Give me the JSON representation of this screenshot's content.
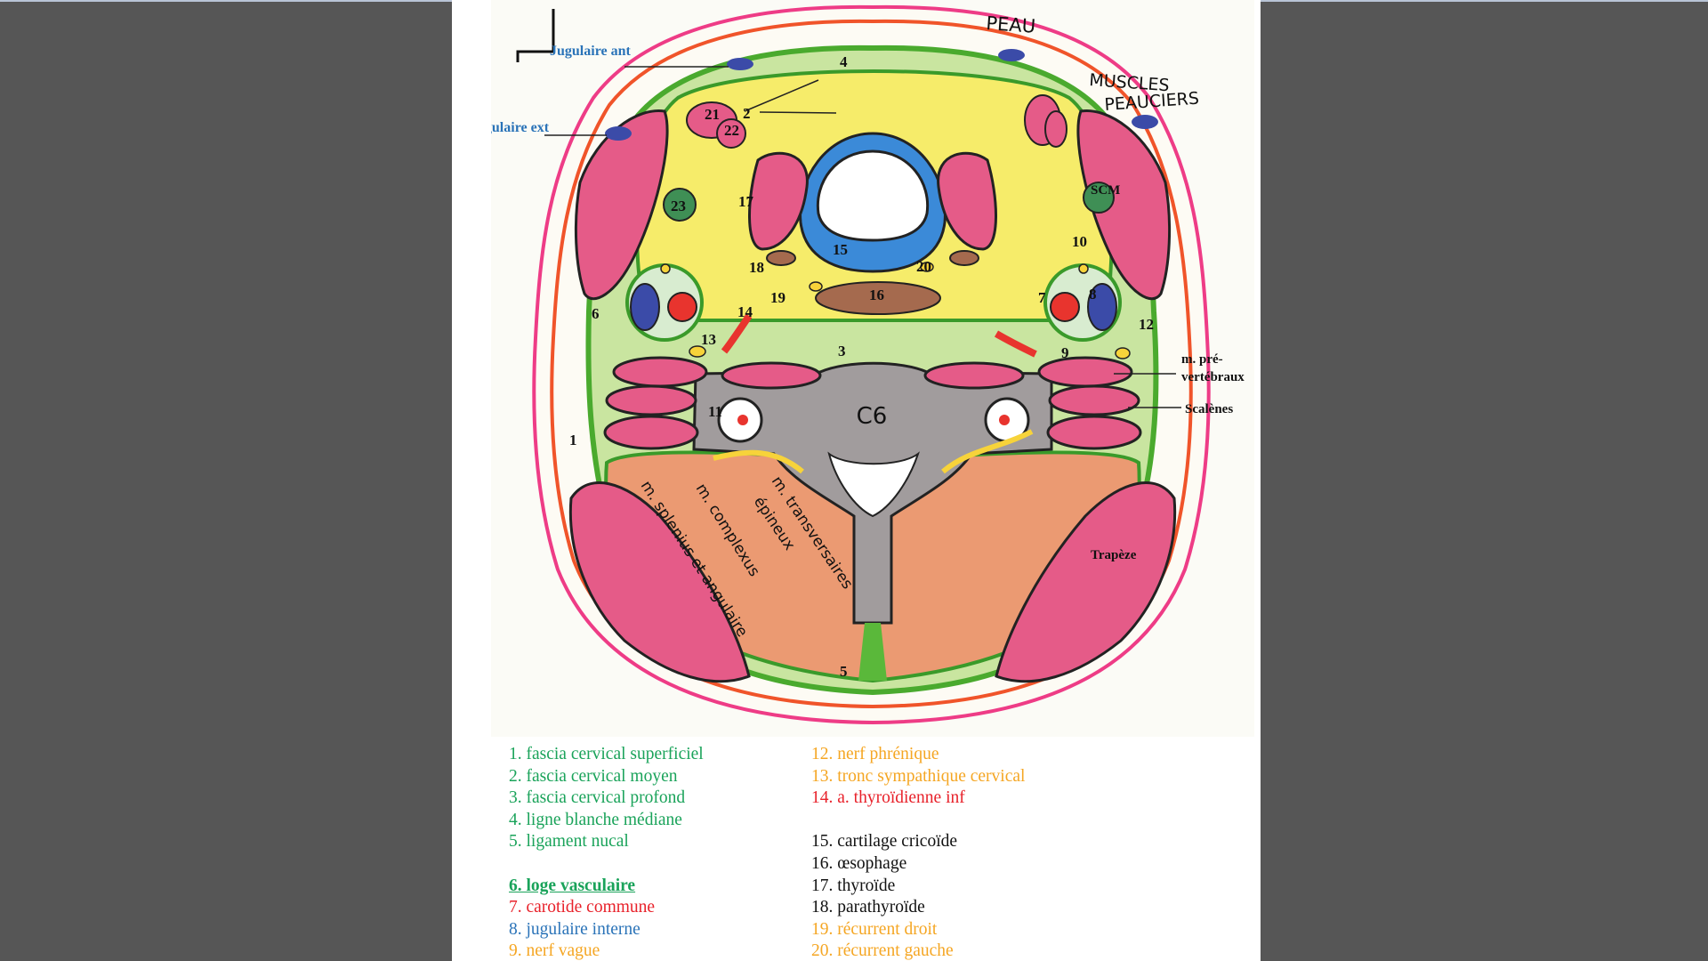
{
  "figure": {
    "handwritten": {
      "peau": "PEAU",
      "muscles": "MUSCLES",
      "peauciers": "PEAUCIERS",
      "c6": "C6",
      "m_transversaires": "m. transversaires",
      "epineux": "épineux",
      "m_complexus": "m. complexus",
      "m_splenius": "m. splenius et angulaire"
    },
    "labels": {
      "jugulaire_ant": "Jugulaire ant",
      "jugulaire_ext": "Jugulaire ext",
      "scm": "SCM",
      "m_prevertebraux_1": "m. pré-",
      "m_prevertebraux_2": "vertébraux",
      "scalenes": "Scalènes",
      "trapeze": "Trapèze"
    },
    "numbers": [
      "1",
      "2",
      "3",
      "4",
      "5",
      "6",
      "7",
      "8",
      "9",
      "10",
      "11",
      "12",
      "13",
      "14",
      "15",
      "16",
      "17",
      "18",
      "19",
      "20",
      "21",
      "22",
      "23"
    ]
  },
  "legend": {
    "left": [
      {
        "text": "1. fascia cervical superficiel",
        "color": "#1aa35a"
      },
      {
        "text": "2. fascia cervical moyen",
        "color": "#1aa35a"
      },
      {
        "text": "3. fascia cervical profond",
        "color": "#1aa35a"
      },
      {
        "text": "4. ligne blanche médiane",
        "color": "#1aa35a"
      },
      {
        "text": "5. ligament nucal",
        "color": "#1aa35a"
      },
      {
        "text": "6. loge vasculaire",
        "color": "#1aa35a"
      },
      {
        "text": "7. carotide commune",
        "color": "#e8212a"
      },
      {
        "text": "8. jugulaire interne",
        "color": "#2a73b8"
      },
      {
        "text": "9. nerf vague",
        "color": "#f5a623"
      }
    ],
    "right": [
      {
        "text": "12. nerf phrénique",
        "color": "#f5a623"
      },
      {
        "text": "13. tronc sympathique cervical",
        "color": "#f5a623"
      },
      {
        "text": "14. a. thyroïdienne inf",
        "color": "#e8212a"
      },
      {
        "text": "15. cartilage cricoïde",
        "color": "#111111"
      },
      {
        "text": "16. œsophage",
        "color": "#111111"
      },
      {
        "text": "17. thyroïde",
        "color": "#111111"
      },
      {
        "text": "18. parathyroïde",
        "color": "#111111"
      },
      {
        "text": "19. récurrent droit",
        "color": "#f5a623"
      },
      {
        "text": "20. récurrent gauche",
        "color": "#f5a623"
      }
    ]
  },
  "colors": {
    "skin": "#ee3c86",
    "subcutaneous": "#f0542a",
    "fascia": "#5ab83a",
    "visceral": "#f6ec6a",
    "muscle": "#e55b88",
    "back_muscle": "#eb9a72",
    "bone": "#9a9596",
    "cricoid": "#3b8ad8",
    "artery": "#e8342e",
    "vein": "#3b4ba8",
    "nerve": "#f7d33a"
  }
}
